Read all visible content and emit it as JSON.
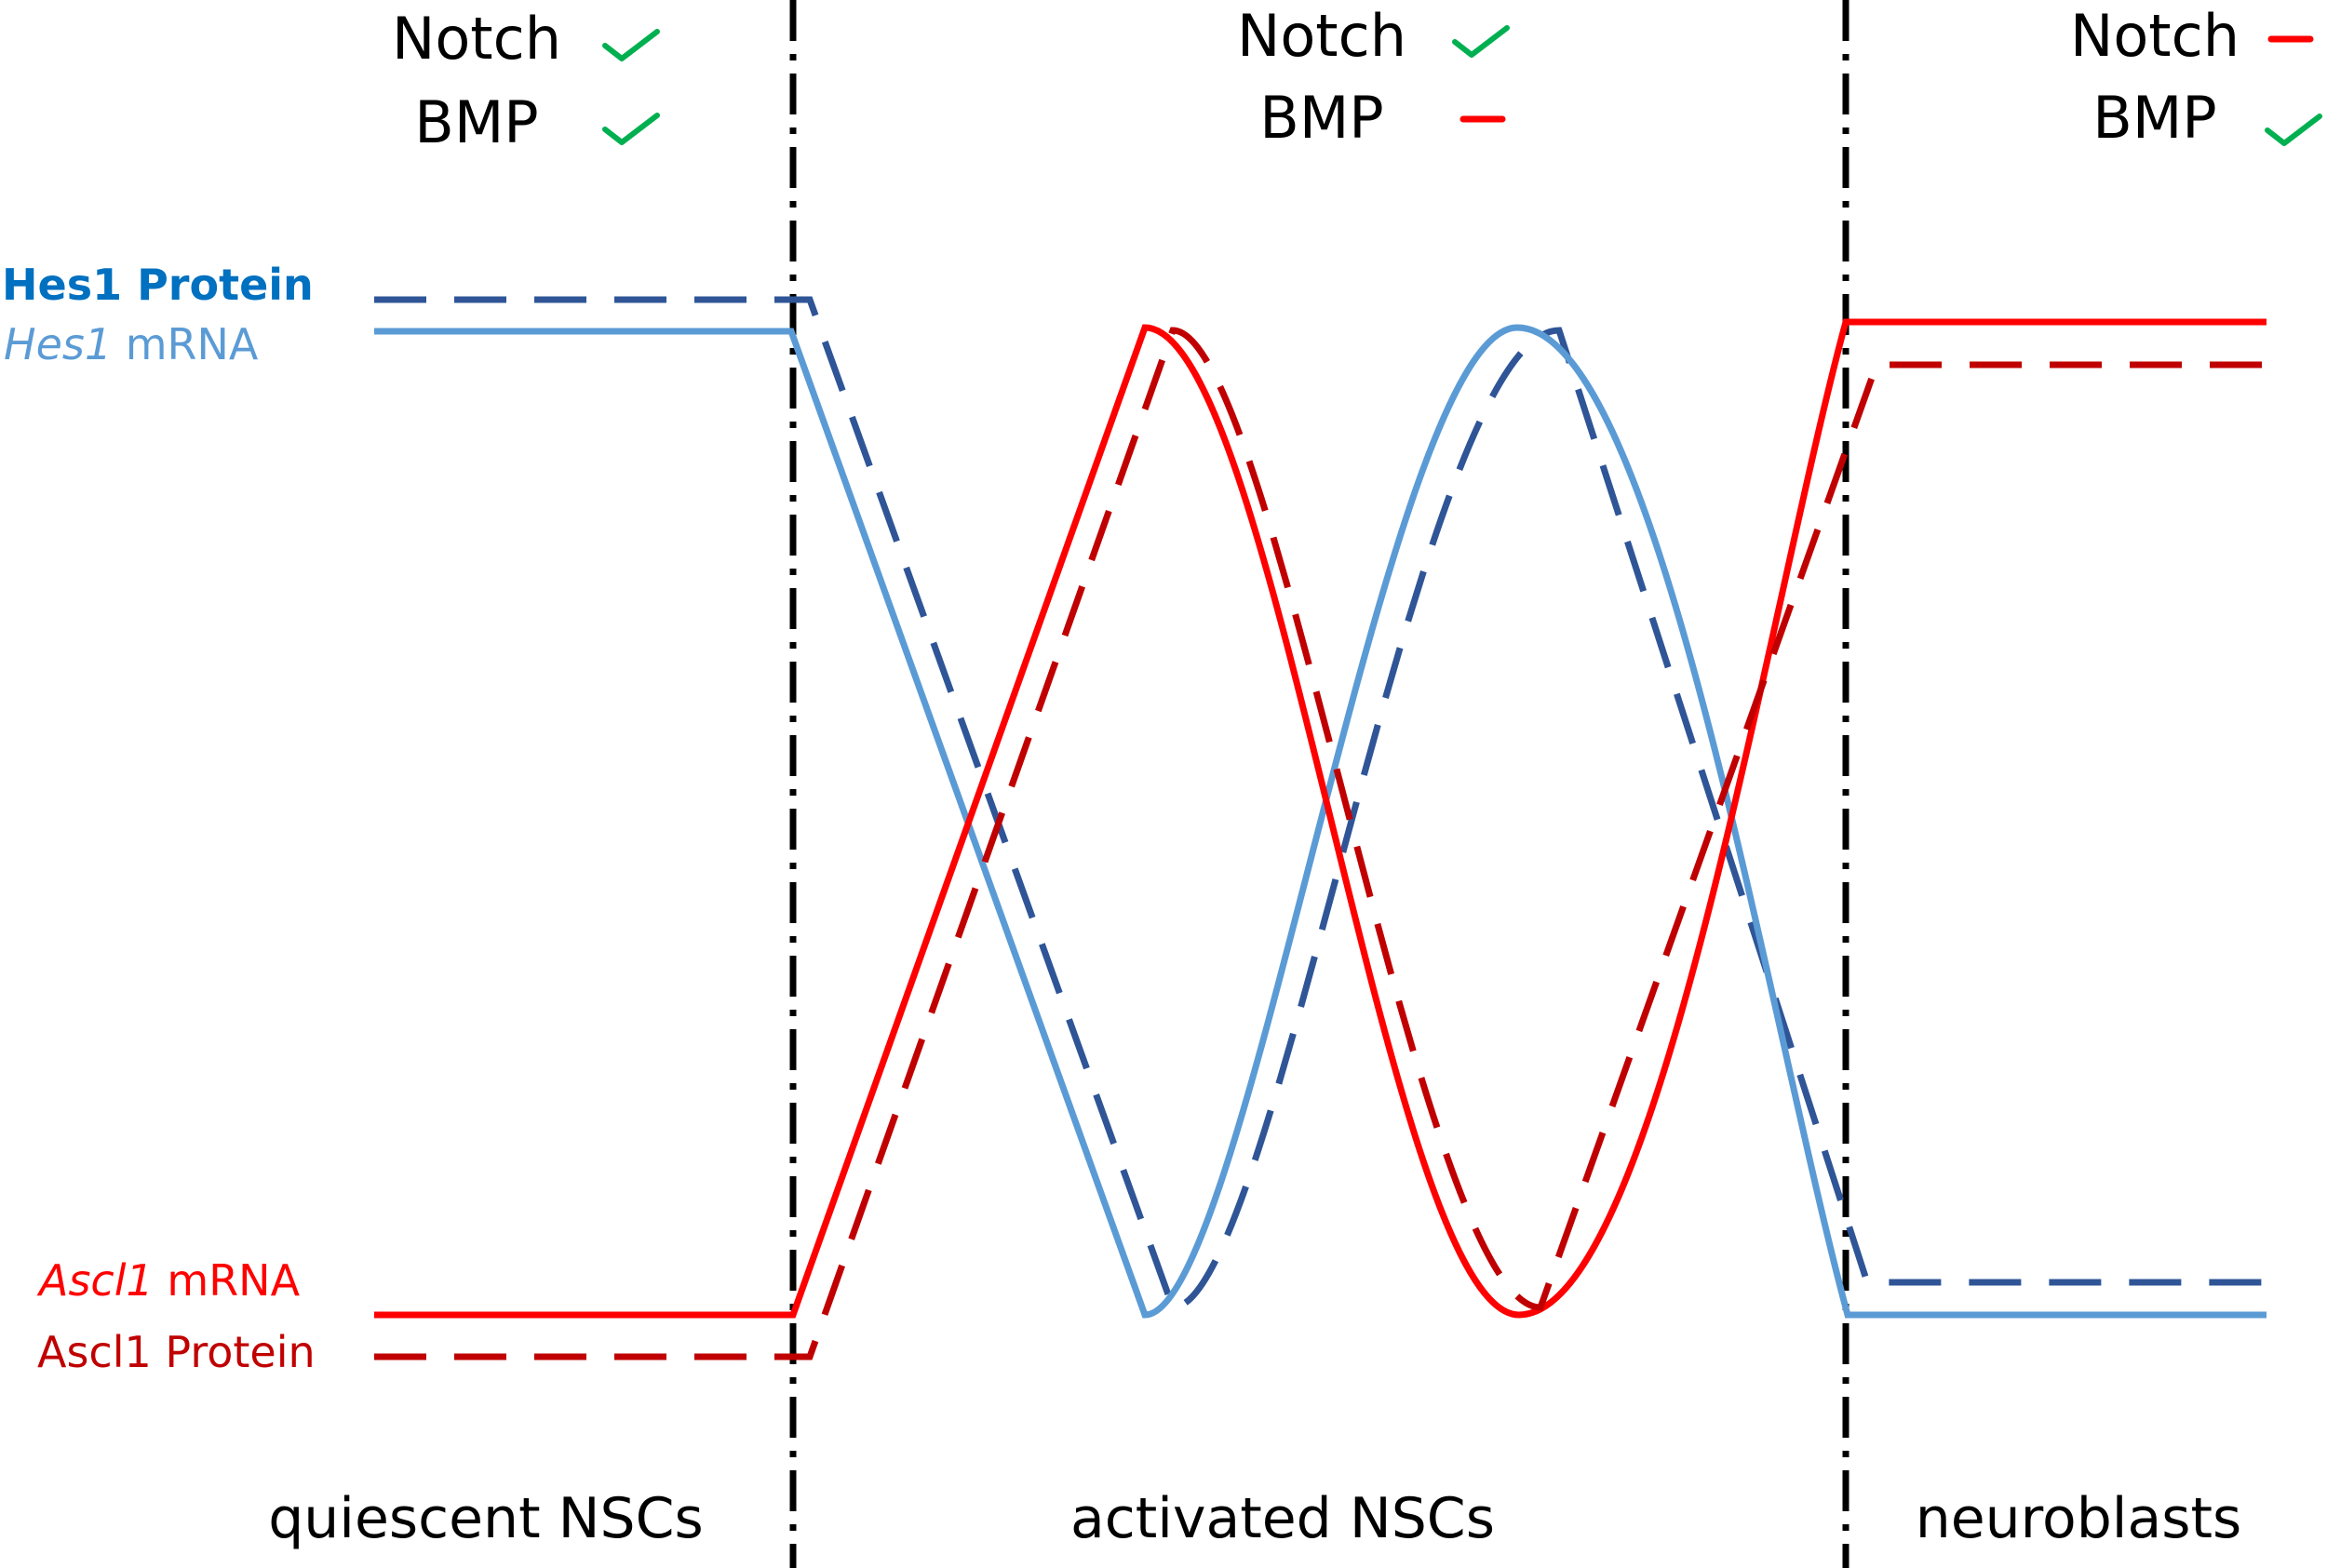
{
  "colors": {
    "hes1_protein": "#2F5597",
    "hes1_mrna": "#5B9BD5",
    "hes1_protein_label": "#0070C0",
    "ascl1_mrna": "#FF0000",
    "ascl1_protein": "#C00000",
    "check": "#00B050",
    "absent": "#FF0000",
    "divider": "#000000"
  },
  "legend": {
    "hes1_protein": {
      "label": "Hes1 Protein"
    },
    "hes1_mrna": {
      "gene": "Hes1",
      "rest": " mRNA"
    },
    "ascl1_mrna": {
      "gene": "Ascl1",
      "rest": " mRNA"
    },
    "ascl1_protein": {
      "label": "Ascl1 Protein"
    }
  },
  "stages": [
    {
      "label": "quiescent NSCs",
      "notch_label": "Notch",
      "bmp_label": "BMP",
      "notch": "check",
      "bmp": "check"
    },
    {
      "label": "activated NSCs",
      "notch_label": "Notch",
      "bmp_label": "BMP",
      "notch": "check",
      "bmp": "absent"
    },
    {
      "label": "neuroblasts",
      "notch_label": "Notch",
      "bmp_label": "BMP",
      "notch": "absent",
      "bmp": "check"
    }
  ]
}
